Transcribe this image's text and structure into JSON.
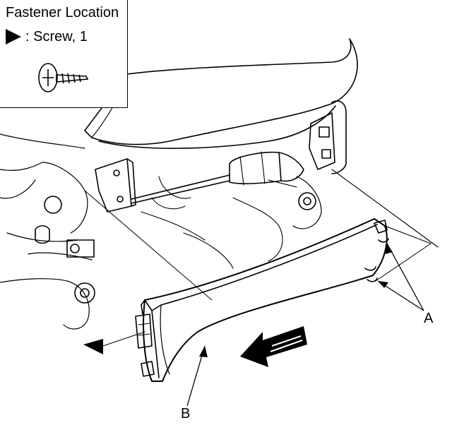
{
  "legend": {
    "title": "Fastener Location",
    "fastener_symbol": "triangle-marker-icon",
    "fastener_desc": ": Screw, 1",
    "fastener_icon": "screw-icon"
  },
  "callouts": {
    "a": "A",
    "b": "B"
  },
  "colors": {
    "line": "#000000",
    "background": "#ffffff"
  }
}
